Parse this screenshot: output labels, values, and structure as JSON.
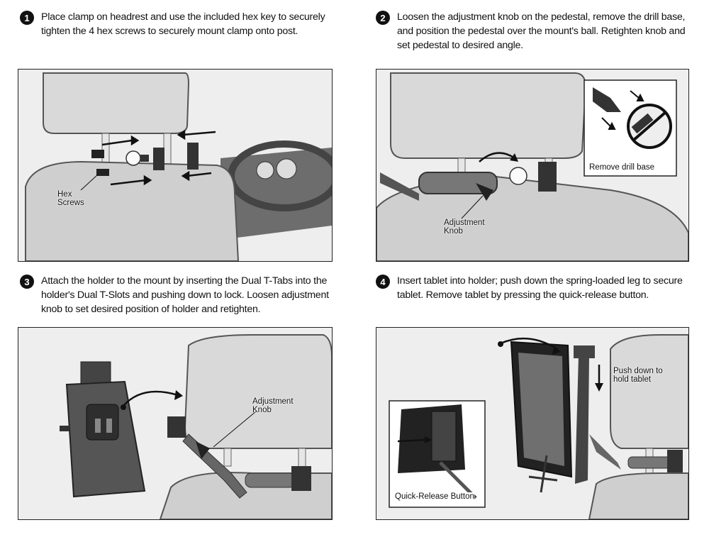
{
  "steps": [
    {
      "number": "1",
      "text": "Place clamp on headrest and use the included hex key to securely tighten the 4 hex screws to securely mount clamp onto post."
    },
    {
      "number": "2",
      "text": "Loosen the adjustment knob on the pedestal, remove the drill base, and position the pedestal over the mount's ball. Retighten knob and set pedestal to desired angle."
    },
    {
      "number": "3",
      "text": "Attach the holder to the mount by inserting the Dual T-Tabs into the holder's Dual T-Slots and pushing down to lock. Loosen adjustment knob to set desired position of holder and retighten."
    },
    {
      "number": "4",
      "text": "Insert tablet into holder; push down the spring-loaded leg to secure tablet. Remove tablet by pressing the quick-release button."
    }
  ],
  "callouts": {
    "hex_screws": "Hex Screws",
    "adjustment_knob_2": "Adjustment Knob",
    "remove_drill_base": "Remove drill base",
    "adjustment_knob_3": "Adjustment Knob",
    "push_down": "Push down to hold tablet",
    "quick_release": "Quick-Release Button"
  }
}
